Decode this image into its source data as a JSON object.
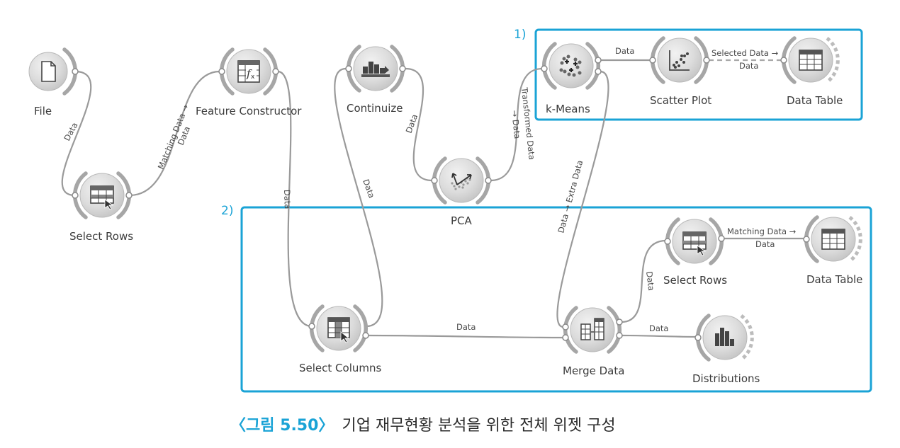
{
  "groups": {
    "group1_label": "1)",
    "group2_label": "2)"
  },
  "widgets": {
    "file": "File",
    "select_rows_1": "Select Rows",
    "feature_constructor": "Feature Constructor",
    "continuize": "Continuize",
    "pca": "PCA",
    "k_means": "k-Means",
    "scatter_plot": "Scatter Plot",
    "data_table_1": "Data Table",
    "select_columns": "Select Columns",
    "merge_data": "Merge Data",
    "select_rows_2": "Select Rows",
    "data_table_2": "Data Table",
    "distributions": "Distributions"
  },
  "links": {
    "file_to_select_rows": "Data",
    "select_rows_to_feature_constructor_1": "Matching Data →",
    "select_rows_to_feature_constructor_2": "Data",
    "feature_constructor_to_select_columns": "Data",
    "continuize_to_pca": "Data",
    "continuize_to_select_columns": "Data",
    "pca_to_kmeans_1": "Transformed Data",
    "pca_to_kmeans_2": "→ Data",
    "kmeans_to_scatter": "Data",
    "scatter_to_table_1": "Selected Data →",
    "scatter_to_table_2": "Data",
    "kmeans_to_merge": "Data → Extra Data",
    "select_columns_to_merge": "Data",
    "merge_to_select_rows": "Data",
    "select_rows_to_table_1": "Matching Data →",
    "select_rows_to_table_2": "Data",
    "merge_to_distributions": "Data"
  },
  "caption": {
    "figure_no": "〈그림 5.50〉",
    "text": "기업 재무현황 분석을 위한 전체 위젯 구성"
  }
}
